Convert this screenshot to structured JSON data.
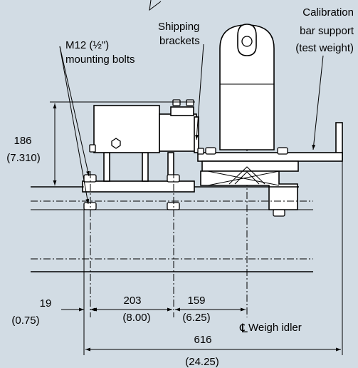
{
  "labels": {
    "bolts_line1": "M12 (½\")",
    "bolts_line2": "mounting bolts",
    "brackets_line1": "Shipping",
    "brackets_line2": "brackets",
    "calib_line1": "Calibration",
    "calib_line2": "bar support",
    "calib_line3": "(test weight)",
    "weigh_idler": "Weigh idler",
    "centerline_symbol": "℄"
  },
  "dimensions": {
    "height_mm": "186",
    "height_in": "(7.310)",
    "offset_mm": "19",
    "offset_in": "(0.75)",
    "bolt_spacing_mm": "203",
    "bolt_spacing_in": "(8.00)",
    "to_idler_mm": "159",
    "to_idler_in": "(6.25)",
    "overall_mm": "616",
    "overall_in": "(24.25)"
  },
  "colors": {
    "background": "#d2dce4",
    "line": "#000000",
    "part_fill": "#ffffff"
  }
}
